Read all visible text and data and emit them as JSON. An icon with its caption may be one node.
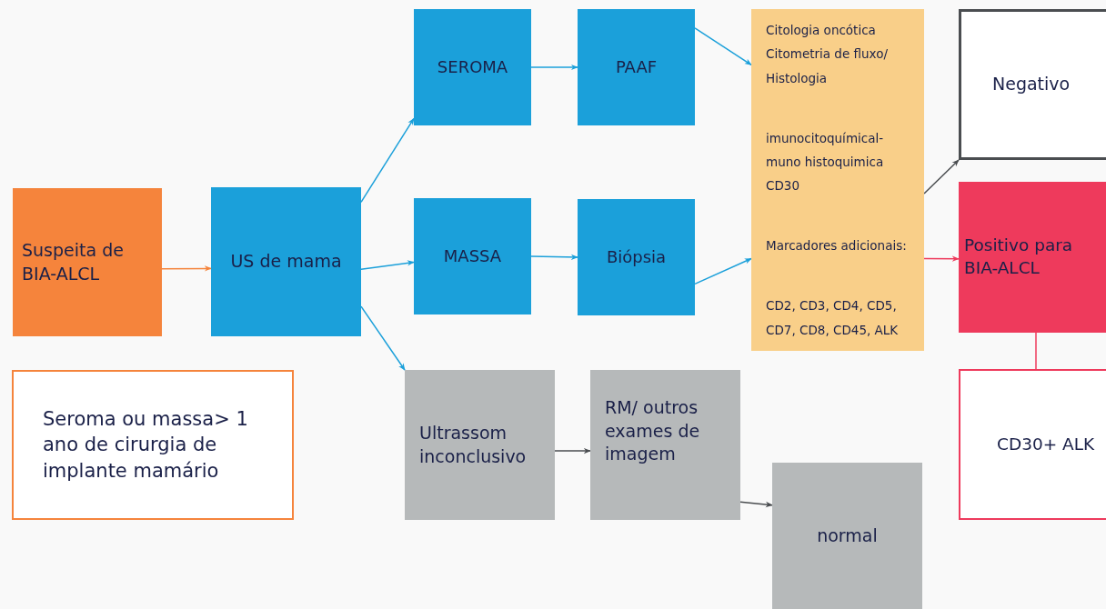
{
  "diagram": {
    "nodes": [
      {
        "text": [
          "Suspeita de BIA-ALCL"
        ]
      },
      {
        "text": [
          "US de mama"
        ]
      },
      {
        "text": [
          "SEROMA"
        ]
      },
      {
        "text": [
          "PAAF"
        ]
      },
      {
        "text": [
          "MASSA"
        ]
      },
      {
        "text": [
          "Biópsia"
        ]
      },
      {
        "text": [
          "Citologia oncótica Citometria de fluxo/ Histologia",
          "imunocitoquímical-muno histoquimica CD30",
          "Marcadores adicionais:",
          "CD2, CD3, CD4, CD5, CD7, CD8, CD45, ALK"
        ]
      },
      {
        "text": [
          "Negativo"
        ]
      },
      {
        "text": [
          "Positivo para BIA-ALCL"
        ]
      },
      {
        "text": [
          "CD30+ ALK"
        ]
      },
      {
        "text": [
          "Seroma ou massa> 1 ano de cirurgia de implante mamário"
        ]
      },
      {
        "text": [
          "Ultrassom inconclusivo"
        ]
      },
      {
        "text": [
          "RM/ outros exames de imagem"
        ]
      },
      {
        "text": [
          "normal"
        ]
      }
    ],
    "edges": [
      {
        "from": 0,
        "to": 1,
        "arrow": "to",
        "color": "#f5843c"
      },
      {
        "from": 1,
        "to": 2,
        "arrow": "to"
      },
      {
        "from": 1,
        "to": 4,
        "arrow": "to"
      },
      {
        "from": 1,
        "to": 11,
        "arrow": "to"
      },
      {
        "from": 2,
        "to": 3,
        "arrow": "to"
      },
      {
        "from": 3,
        "to": 6,
        "arrow": "to"
      },
      {
        "from": 4,
        "to": 5,
        "arrow": "to"
      },
      {
        "from": 5,
        "to": 6,
        "arrow": "to"
      },
      {
        "from": 6,
        "to": 7,
        "arrow": "to",
        "color": "#4a4d50"
      },
      {
        "from": 6,
        "to": 8,
        "arrow": "to",
        "color": "#ee3a5c"
      },
      {
        "from": 8,
        "to": 9,
        "arrow": "none",
        "color": "#ee3a5c"
      },
      {
        "from": 11,
        "to": 12,
        "arrow": "to",
        "color": "#4a4d50"
      },
      {
        "from": 12,
        "to": 13,
        "arrow": "to",
        "color": "#4a4d50"
      }
    ]
  }
}
